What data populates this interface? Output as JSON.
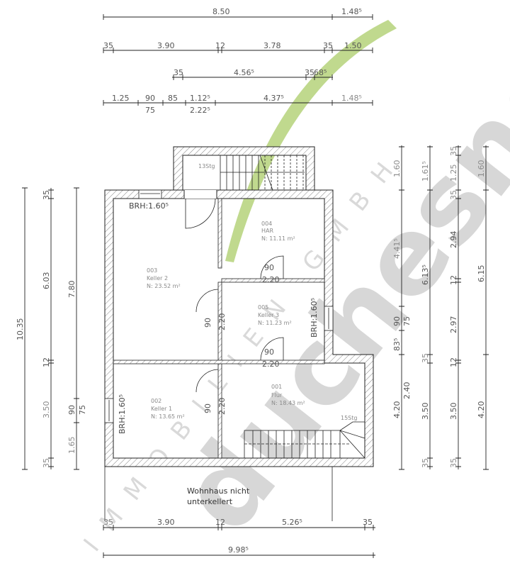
{
  "watermark": {
    "brand": "duchesne",
    "subtitle": "IMMOBILIEN GMBH",
    "swoosh_color": "#b5d27a",
    "text_color": "#d7d7d7"
  },
  "dimensions_top": {
    "row1": [
      "8.50",
      "1.48⁵"
    ],
    "row2": [
      "35",
      "3.90",
      "12",
      "3.78",
      "35",
      "1.50"
    ],
    "row3": [
      "35",
      "4.56⁵",
      "35",
      "68⁵"
    ],
    "row4_top": [
      "1.25",
      "90",
      "85",
      "1.12⁵",
      "4.37⁵",
      "1.48⁵"
    ],
    "row4_bottom": [
      "75",
      "2.22⁵"
    ]
  },
  "dimensions_left": {
    "col1": [
      "10.35"
    ],
    "col2": [
      "35",
      "6.03",
      "12",
      "3.50",
      "35"
    ],
    "col3": [
      "7.80",
      "90",
      "75",
      "1.65"
    ]
  },
  "dimensions_right": {
    "col1": [
      "1.60",
      "4.41⁵",
      "90",
      "75",
      "83⁵",
      "4.20",
      "2.40"
    ],
    "col2": [
      "1.61⁵",
      "6.13⁵",
      "35",
      "3.50",
      "35"
    ],
    "col3": [
      "35",
      "1.25",
      "35",
      "2.94",
      "12",
      "2.97",
      "12",
      "3.50",
      "35"
    ],
    "col4": [
      "1.60",
      "6.15",
      "4.20"
    ]
  },
  "dimensions_bottom": {
    "row1": [
      "35",
      "3.90",
      "12",
      "5.26⁵",
      "35"
    ],
    "row2": [
      "9.98⁵"
    ]
  },
  "rooms": [
    {
      "number": "004",
      "name": "HAR",
      "area": "N: 11.11 m²"
    },
    {
      "number": "003",
      "name": "Keller 2",
      "area": "N: 23.52 m²"
    },
    {
      "number": "005",
      "name": "Keller 3",
      "area": "N: 11.23 m²"
    },
    {
      "number": "002",
      "name": "Keller 1",
      "area": "N: 13.65 m²"
    },
    {
      "number": "001",
      "name": "Flur",
      "area": "N: 18.43 m²"
    }
  ],
  "doors": [
    {
      "width": "90",
      "height": "2.20"
    },
    {
      "width": "90",
      "height": "2.20"
    },
    {
      "width": "90",
      "height": "2.20"
    },
    {
      "width": "90",
      "height": "2.20"
    }
  ],
  "windows": {
    "top_brh": "BRH:1.60⁵",
    "right_brh": "BRH:1.60⁵",
    "left_brh": "BRH:1.60⁵"
  },
  "stairs": {
    "upper": "13Stg",
    "lower": "15Stg"
  },
  "note": {
    "line1": "Wohnhaus  nicht",
    "line2": "unterkellert"
  }
}
